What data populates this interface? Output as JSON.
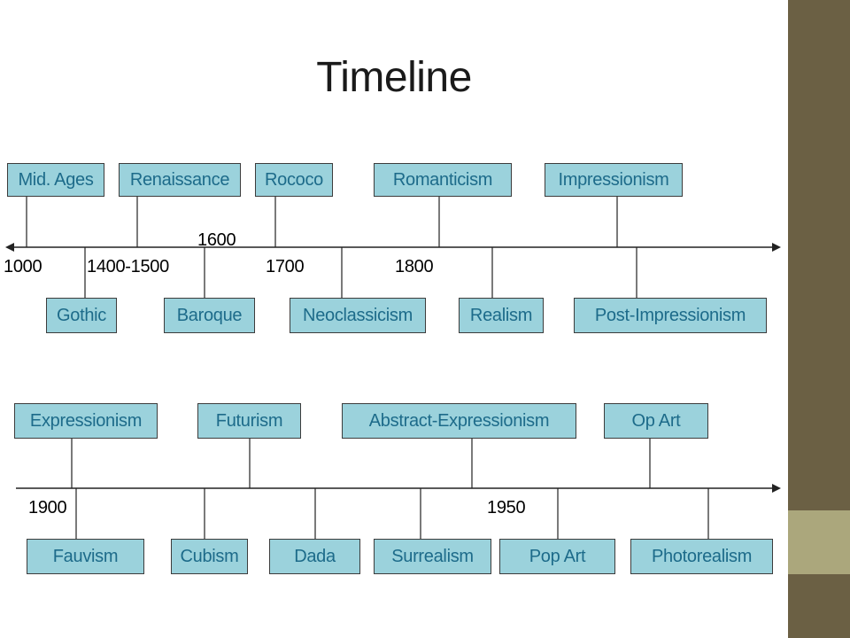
{
  "title": "Timeline",
  "colors": {
    "box_fill": "#9bd2dc",
    "box_text": "#1d6b8a",
    "axis": "#222222",
    "side_bar_dark": "#6b6044",
    "side_bar_light": "#aba77c"
  },
  "timelines": [
    {
      "name": "row-1",
      "years": [
        "1000",
        "1400-1500",
        "1600",
        "1700",
        "1800"
      ],
      "above": [
        "Mid. Ages",
        "Renaissance",
        "Rococo",
        "Romanticism",
        "Impressionism"
      ],
      "below": [
        "Gothic",
        "Baroque",
        "Neoclassicism",
        "Realism",
        "Post-Impressionism"
      ]
    },
    {
      "name": "row-2",
      "years": [
        "1900",
        "1950"
      ],
      "above": [
        "Expressionism",
        "Futurism",
        "Abstract-Expressionism",
        "Op Art"
      ],
      "below": [
        "Fauvism",
        "Cubism",
        "Dada",
        "Surrealism",
        "Pop Art",
        "Photorealism"
      ]
    }
  ]
}
